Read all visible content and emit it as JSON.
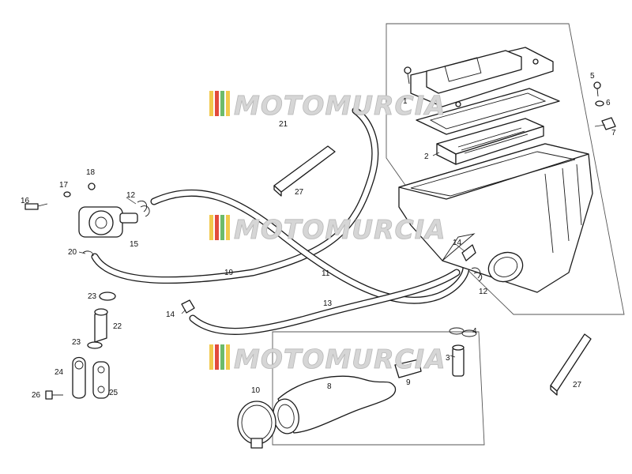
{
  "watermark": {
    "text": "MOTOMURCIA",
    "stripe_colors": [
      "#f2c94c",
      "#e24b3b",
      "#6dbb6a",
      "#f2c94c",
      "#e24b3b"
    ]
  },
  "callouts": {
    "c1": "1",
    "c2": "2",
    "c3": "3",
    "c4": "4",
    "c5": "5",
    "c6": "6",
    "c7": "7",
    "c8": "8",
    "c9": "9",
    "c10": "10",
    "c11": "11",
    "c12a": "12",
    "c12b": "12",
    "c13": "13",
    "c14a": "14",
    "c14b": "14",
    "c15": "15",
    "c16": "16",
    "c17": "17",
    "c18": "18",
    "c19": "19",
    "c20": "20",
    "c21": "21",
    "c22": "22",
    "c23a": "23",
    "c23b": "23",
    "c24": "24",
    "c25": "25",
    "c26": "26",
    "c27a": "27",
    "c27b": "27"
  }
}
